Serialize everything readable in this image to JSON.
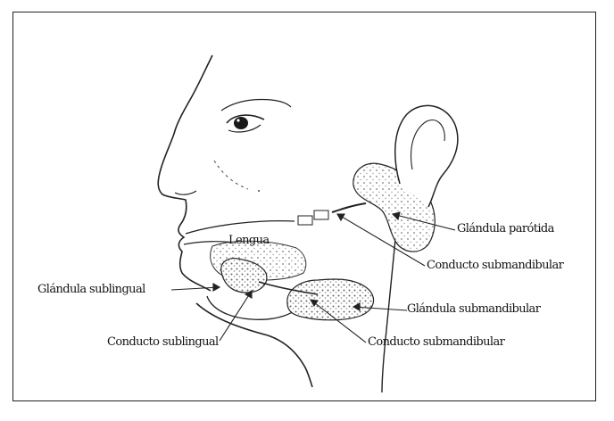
{
  "diagram": {
    "labels": {
      "lengua": "Lengua",
      "glandula_parotida": "Glándula parótida",
      "conducto_submandibular_upper": "Conducto submandibular",
      "glandula_sublingual": "Glándula sublingual",
      "glandula_submandibular": "Glándula submandibular",
      "conducto_sublingual": "Conducto sublingual",
      "conducto_submandibular_lower": "Conducto submandibular"
    },
    "colors": {
      "line": "#222222",
      "background": "#ffffff",
      "gland_shading": "#bdbdbd"
    }
  }
}
